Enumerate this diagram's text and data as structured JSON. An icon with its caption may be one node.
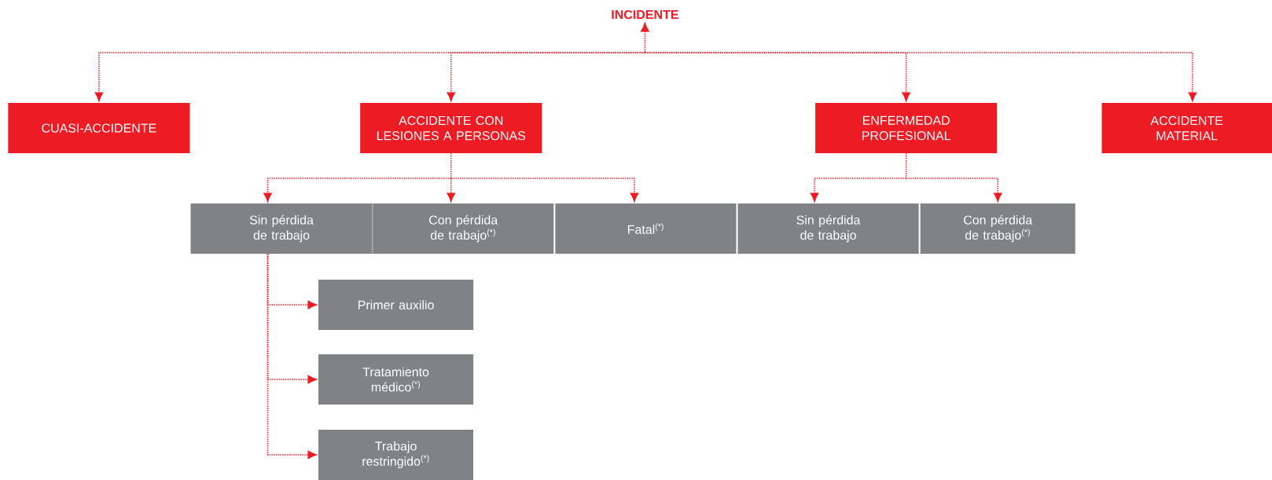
{
  "diagram": {
    "nodes": [
      {
        "text": [
          "INCIDENTE"
        ]
      },
      {
        "text": [
          "CUASI-ACCIDENTE"
        ]
      },
      {
        "text": [
          "ACCIDENTE CON LESIONES A PERSONAS"
        ]
      },
      {
        "text": [
          "ENFERMEDAD PROFESIONAL"
        ]
      },
      {
        "text": [
          "ACCIDENTE MATERIAL"
        ]
      },
      {
        "text": [
          "Sin pérdida de trabajo"
        ]
      },
      {
        "text": [
          "Con pérdida de trabajo$^{(*)}$"
        ]
      },
      {
        "text": [
          "Fatal$^{(*)}$"
        ]
      },
      {
        "text": [
          "Sin pérdida de trabajo"
        ]
      },
      {
        "text": [
          "Con pérdida de trabajo$^{(*)}$"
        ]
      },
      {
        "text": [
          "Primer auxilio"
        ]
      },
      {
        "text": [
          "Tratamiento médico$^{(*)}$"
        ]
      },
      {
        "text": [
          "Trabajo restringido$^{(*)}$"
        ]
      }
    ],
    "edges": [
      {
        "from": 0,
        "to": 1,
        "arrow": "both"
      },
      {
        "from": 0,
        "to": 2,
        "arrow": "both"
      },
      {
        "from": 0,
        "to": 3,
        "arrow": "both"
      },
      {
        "from": 0,
        "to": 4,
        "arrow": "both"
      },
      {
        "from": 2,
        "to": 5,
        "arrow": "to"
      },
      {
        "from": 2,
        "to": 6,
        "arrow": "to"
      },
      {
        "from": 2,
        "to": 7,
        "arrow": "to"
      },
      {
        "from": 3,
        "to": 8,
        "arrow": "to"
      },
      {
        "from": 3,
        "to": 9,
        "arrow": "to"
      },
      {
        "from": 5,
        "to": 10,
        "arrow": "to"
      },
      {
        "from": 5,
        "to": 11,
        "arrow": "to"
      },
      {
        "from": 5,
        "to": 12,
        "arrow": "to"
      }
    ]
  }
}
